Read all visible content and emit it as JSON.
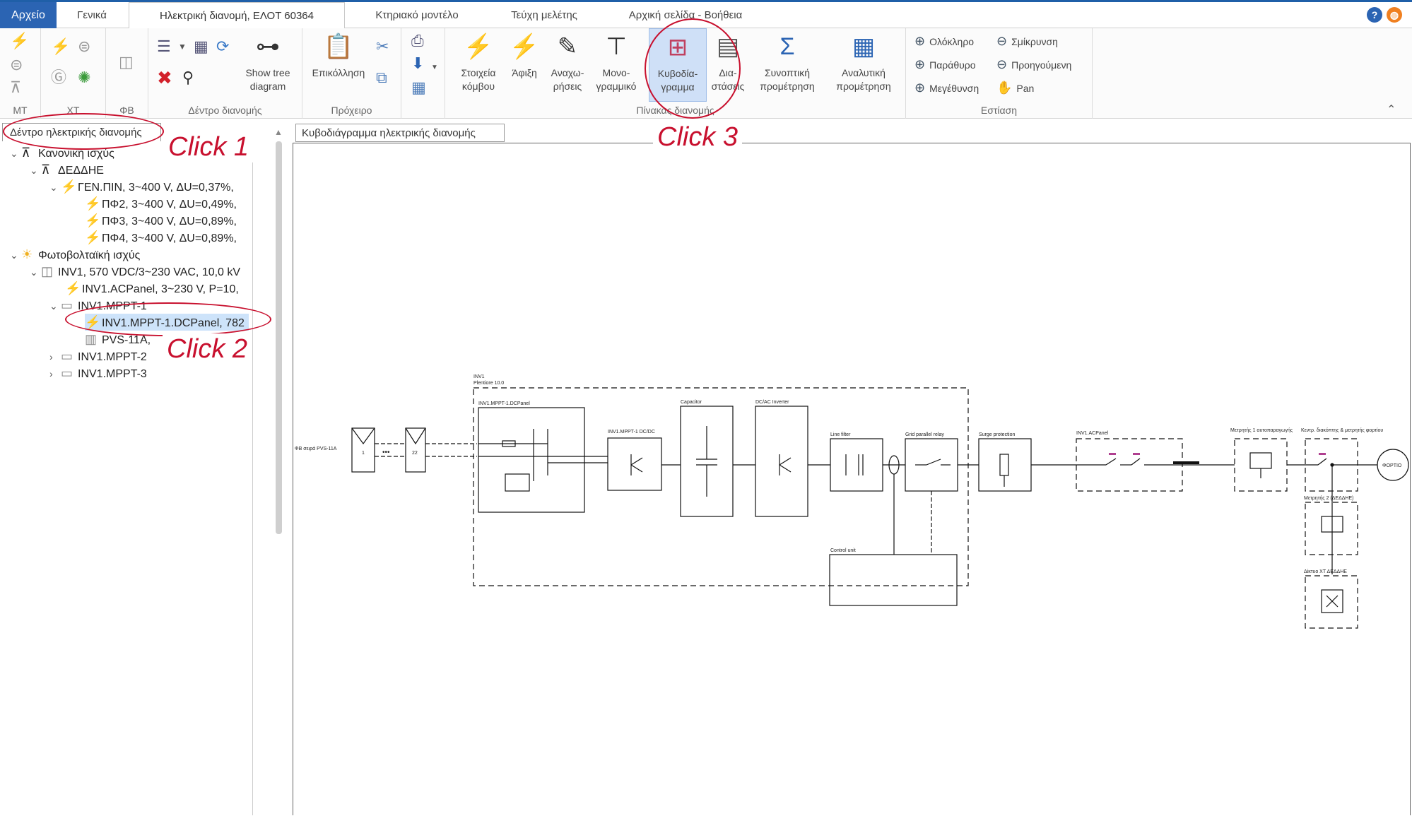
{
  "menu": {
    "file_tab": "Αρχείο",
    "tabs": [
      "Γενικά",
      "Ηλεκτρική διανομή, ΕΛΟΤ 60364",
      "Κτηριακό μοντέλο",
      "Τεύχη μελέτης",
      "Αρχική σελίδα - Βοήθεια"
    ],
    "active_tab": "Ηλεκτρική διανομή, ΕΛΟΤ 60364",
    "help_icon": "?"
  },
  "ribbon": {
    "groups": {
      "mt": "ΜΤ",
      "xt": "ΧΤ",
      "fv": "ΦΒ",
      "tree": "Δέντρο διανομής",
      "clipboard": "Πρόχειρο",
      "panels": "Πίνακας διανομής",
      "focus": "Εστίαση"
    },
    "buttons": {
      "show_tree_diagram": "Show tree diagram",
      "paste": "Επικόλληση",
      "node_data": "Στοιχεία κόμβου",
      "arrival": "Άφιξη",
      "departures": "Αναχω-ρήσεις",
      "single_line": "Μονο-γραμμικό",
      "block_diagram": "Κυβοδία-γραμμα",
      "dimensions": "Δια-στάσεις",
      "summary_bill": "Συνοπτική προμέτρηση",
      "analytic_bill": "Αναλυτική προμέτρηση"
    },
    "focus": {
      "full": "Ολόκληρο",
      "window": "Παράθυρο",
      "zoom_in": "Μεγέθυνση",
      "zoom_out": "Σμίκρυνση",
      "previous": "Προηγούμενη",
      "pan": "Pan"
    }
  },
  "annotations": {
    "click1": "Click 1",
    "click2": "Click 2",
    "click3": "Click 3"
  },
  "left_panel": {
    "tab_label": "Δέντρο ηλεκτρικής διανομής",
    "tree": [
      "Κανονική ισχύς",
      "ΔΕΔΔΗΕ",
      "ΓΕΝ.ΠΙΝ, 3~400 V, ΔU=0,37%,",
      "ΠΦ2, 3~400 V, ΔU=0,49%,",
      "ΠΦ3, 3~400 V, ΔU=0,89%,",
      "ΠΦ4, 3~400 V, ΔU=0,89%,",
      "Φωτοβολταϊκή ισχύς",
      "INV1, 570 VDC/3~230 VAC, 10,0 kV",
      "INV1.ACPanel, 3~230 V, P=10,",
      "INV1.MPPT-1",
      "INV1.MPPT-1.DCPanel, 782",
      "PVS-11A,",
      "INV1.MPPT-2",
      "INV1.MPPT-3"
    ]
  },
  "main_panel": {
    "tab_label": "Κυβοδιάγραμμα ηλεκτρικής διανομής",
    "diagram": {
      "inv_label": "INV1",
      "inv_model": "Plentiore 10.0",
      "dcpanel": "INV1.MPPT-1.DCPanel",
      "dcdc": "INV1.MPPT-1 DC/DC",
      "capacitor": "Capacitor",
      "dcac": "DC/AC Inverter",
      "line_filter": "Line filter",
      "grid_relay": "Grid parallel relay",
      "surge": "Surge protection",
      "control": "Control unit",
      "acpanel": "INV1.ACPanel",
      "meter1": "Μετρητής 1 αυτοπαραγωγής",
      "main_switch": "Κεντρ. διακόπτης & μετρητής φορτίου",
      "meter2": "Μετρητής 2 (ΔΕΔΔΗΕ)",
      "grid": "Δίκτυο ΧΤ ΔΕΔΔΗΕ",
      "load": "ΦΟΡΤΙΟ",
      "pv_string": "ΦΒ σειρά PVS-11A",
      "pv_num1": "1",
      "pv_num2": "22",
      "dots": "•••"
    }
  }
}
